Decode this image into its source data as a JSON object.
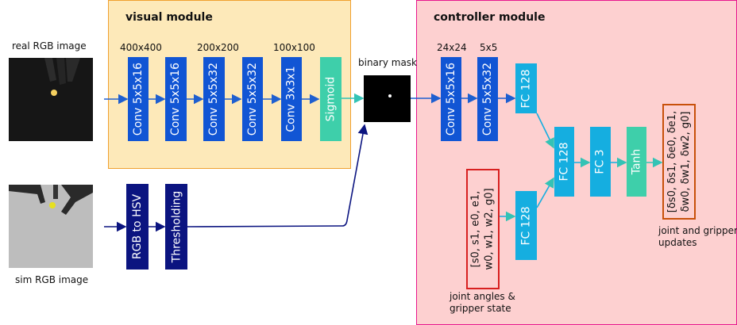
{
  "visual_module": {
    "title": "visual module",
    "sizes": [
      "400x400",
      "200x200",
      "100x100"
    ],
    "layers": [
      "Conv 5x5x16",
      "Conv 5x5x16",
      "Conv 5x5x32",
      "Conv 5x5x32",
      "Conv 3x3x1",
      "Sigmoid"
    ]
  },
  "controller_module": {
    "title": "controller module",
    "sizes": [
      "24x24",
      "5x5"
    ],
    "conv_layers": [
      "Conv 5x5x16",
      "Conv 5x5x32"
    ],
    "fc_top": "FC 128",
    "fc_bottom": "FC 128",
    "fc_mid": "FC 128",
    "fc3": "FC 3",
    "tanh": "Tanh",
    "input_vector": [
      "[s0, s1, e0, e1,",
      "w0, w1, w2, g0]"
    ],
    "input_caption": [
      "joint angles &",
      "gripper state"
    ],
    "output_vector": [
      "[δs0, δs1, δe0, δe1,",
      "δw0, δw1, δw2, g0]"
    ],
    "output_caption": [
      "joint and gripper",
      "updates"
    ]
  },
  "inputs": {
    "real_label": "real RGB image",
    "sim_label": "sim RGB image",
    "mask_label": "binary mask"
  },
  "sim_path": {
    "rgb_to_hsv": "RGB to HSV",
    "thresholding": "Thresholding"
  },
  "colors": {
    "visual_bg": "#fde9b9",
    "visual_border": "#f0a030",
    "controller_bg": "#fdd0d0",
    "controller_border": "#e8178e",
    "conv": "#1155d4",
    "sigmoid": "#3ecfaa",
    "fc": "#15aee0",
    "hsv": "#0b1480",
    "input_border": "#d82020",
    "output_border": "#c8500a",
    "arrow_blue": "#1e5fd0",
    "arrow_teal": "#33c3b5",
    "arrow_navy": "#0b1480"
  }
}
